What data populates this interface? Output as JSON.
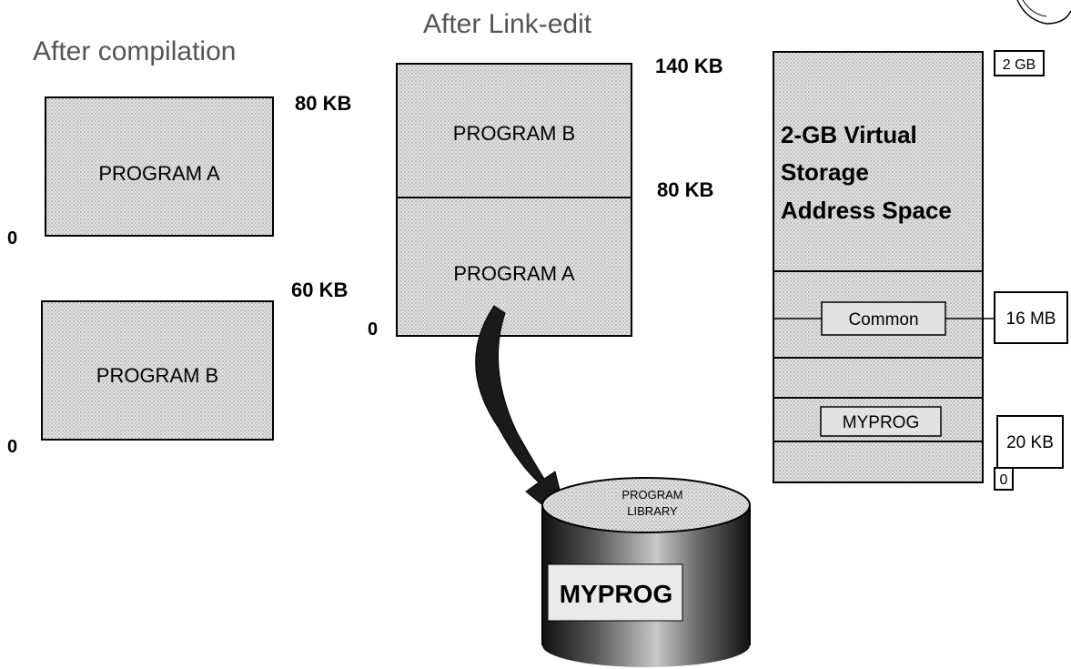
{
  "headings": {
    "compilation": "After compilation",
    "linkedit": "After Link-edit"
  },
  "compilation": {
    "program_a": {
      "label": "PROGRAM A",
      "top": "80 KB",
      "bottom": "0"
    },
    "program_b": {
      "label": "PROGRAM B",
      "top": "60 KB",
      "bottom": "0"
    }
  },
  "linkedit": {
    "upper_label": "PROGRAM B",
    "lower_label": "PROGRAM A",
    "top": "140 KB",
    "middle": "80 KB",
    "bottom": "0"
  },
  "library": {
    "title_line1": "PROGRAM",
    "title_line2": "LIBRARY",
    "member": "MYPROG"
  },
  "address_space": {
    "title_line1": "2-GB Virtual",
    "title_line2": "Storage",
    "title_line3": "Address Space",
    "common": "Common",
    "myprog": "MYPROG",
    "marker_top": "2 GB",
    "marker_line": "16 MB",
    "marker_low": "20 KB",
    "marker_zero": "0"
  },
  "colors": {
    "shading": "#d6d6d6",
    "arrow": "#1a1a1a"
  }
}
